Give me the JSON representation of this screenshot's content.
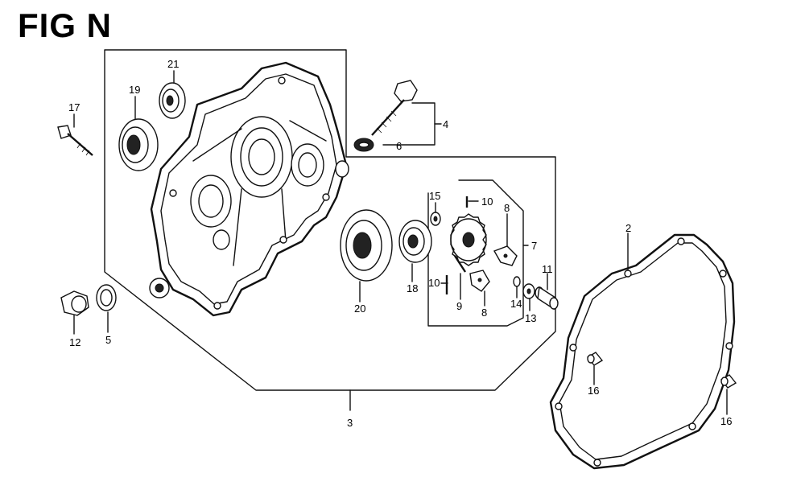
{
  "title": "FIG N",
  "callouts": [
    {
      "id": "c2",
      "text": "2"
    },
    {
      "id": "c3",
      "text": "3"
    },
    {
      "id": "c4",
      "text": "4"
    },
    {
      "id": "c5",
      "text": "5"
    },
    {
      "id": "c6",
      "text": "6"
    },
    {
      "id": "c7",
      "text": "7"
    },
    {
      "id": "c8a",
      "text": "8"
    },
    {
      "id": "c8b",
      "text": "8"
    },
    {
      "id": "c9",
      "text": "9"
    },
    {
      "id": "c10a",
      "text": "10"
    },
    {
      "id": "c10b",
      "text": "10"
    },
    {
      "id": "c11",
      "text": "11"
    },
    {
      "id": "c12",
      "text": "12"
    },
    {
      "id": "c13",
      "text": "13"
    },
    {
      "id": "c14",
      "text": "14"
    },
    {
      "id": "c15",
      "text": "15"
    },
    {
      "id": "c16a",
      "text": "16"
    },
    {
      "id": "c16b",
      "text": "16"
    },
    {
      "id": "c17",
      "text": "17"
    },
    {
      "id": "c18",
      "text": "18"
    },
    {
      "id": "c19",
      "text": "19"
    },
    {
      "id": "c20",
      "text": "20"
    },
    {
      "id": "c21",
      "text": "21"
    }
  ]
}
